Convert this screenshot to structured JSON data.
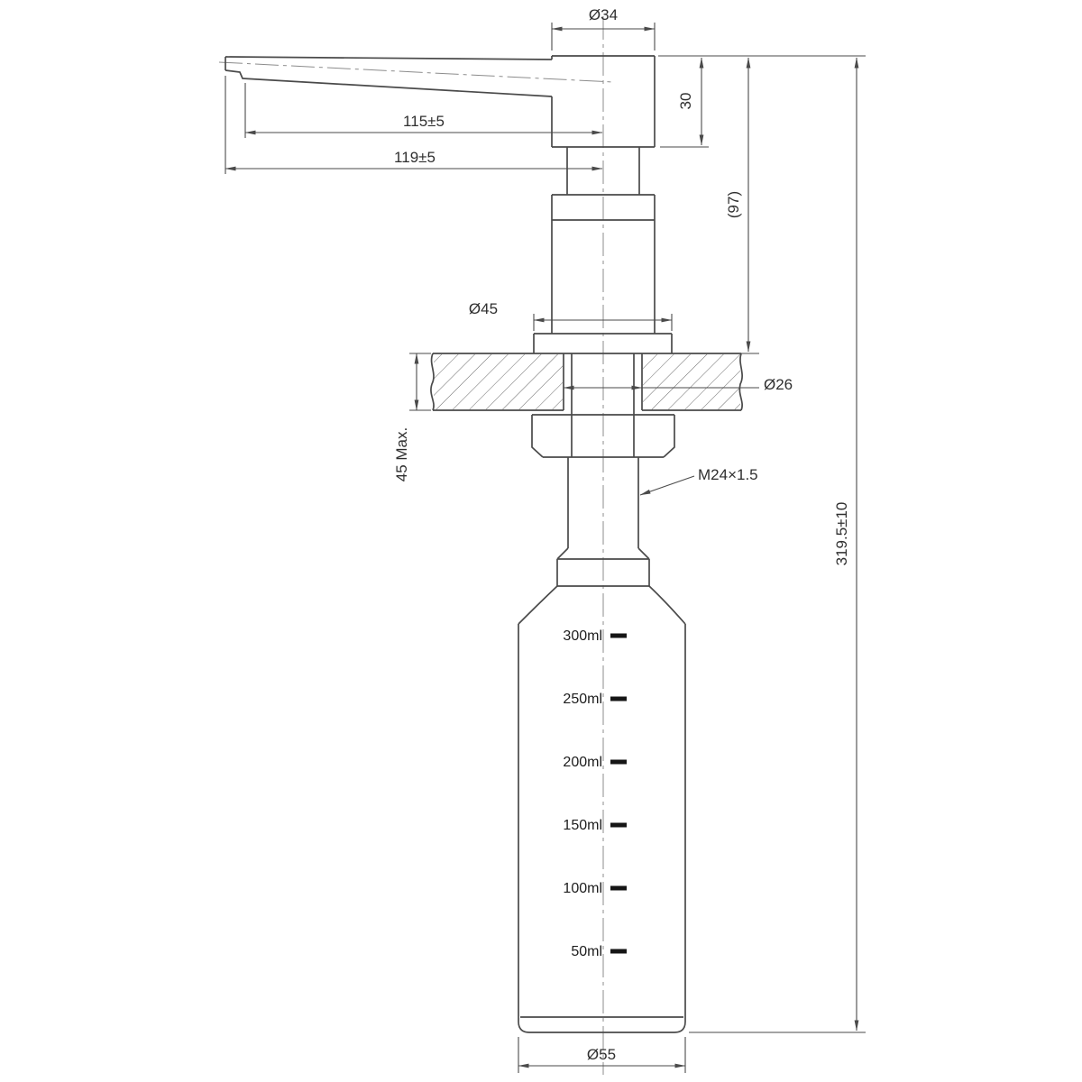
{
  "drawing": {
    "type": "technical-dimension-drawing",
    "subject": "soap-dispenser",
    "background_color": "#ffffff",
    "line_color": "#4a4a4a",
    "centerline_color": "#8c8c8c",
    "dimensions": {
      "head_diameter": "Ø34",
      "head_height": "30",
      "spout_length_inner": "115±5",
      "spout_length_outer": "119±5",
      "above_counter_height": "(97)",
      "flange_diameter": "Ø45",
      "hole_diameter": "Ø26",
      "counter_thickness": "45 Max.",
      "thread_spec": "M24×1.5",
      "total_height": "319.5±10",
      "bottle_diameter": "Ø55"
    },
    "bottle_scale_marks": [
      "300ml",
      "250ml",
      "200ml",
      "150ml",
      "100ml",
      "50ml"
    ]
  }
}
